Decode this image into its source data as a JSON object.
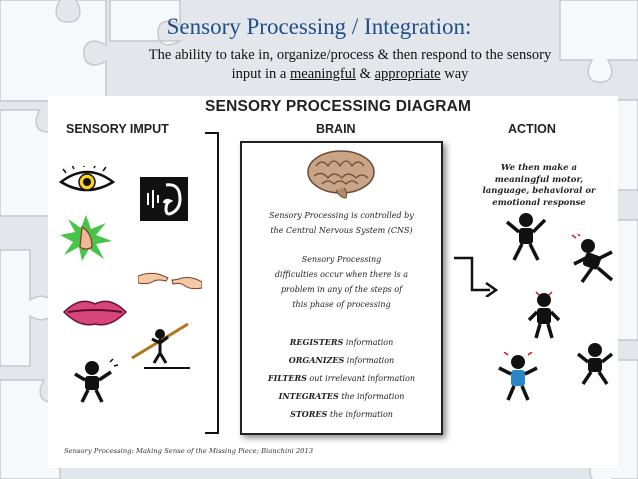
{
  "slide": {
    "title": "Sensory Processing / Integration:",
    "subtitle_line1": "The ability to take in, organize/process & then respond to the sensory",
    "subtitle_line2_prefix": "input in a ",
    "subtitle_word1": "meaningful",
    "subtitle_connector": " & ",
    "subtitle_word2": "appropriate",
    "subtitle_suffix": " way"
  },
  "diagram": {
    "title": "SENSORY PROCESSING DIAGRAM",
    "columns": {
      "input": "SENSORY IMPUT",
      "brain": "BRAIN",
      "action": "ACTION"
    },
    "brain_box": {
      "line1": "Sensory Processing is controlled by",
      "line2": "the Central Nervous System (CNS)",
      "para2": [
        "Sensory Processing",
        "difficulties occur when there is a",
        "problem in any of the steps of",
        "this phase of processing"
      ],
      "steps": [
        {
          "bold": "REGISTERS",
          "rest": " information"
        },
        {
          "bold": "ORGANIZES",
          "rest": " information"
        },
        {
          "bold": "FILTERS",
          "rest": " out irrelevant information"
        },
        {
          "bold": "INTEGRATES",
          "rest": " the information"
        },
        {
          "bold": "STORES",
          "rest": " the information"
        }
      ]
    },
    "action_text": [
      "We then make a",
      "meaningful motor,",
      "language, behavioral or",
      "emotional response"
    ],
    "citation": "Sensory Processing: Making Sense of the Missing Piece; Bianchini 2013",
    "icons": [
      "eye-icon",
      "ear-icon",
      "nose-icon",
      "touch-hands-icon",
      "lips-icon",
      "balance-figure-icon",
      "movement-figure-icon",
      "brain-icon",
      "arrow-icon",
      "figure-icons"
    ]
  }
}
